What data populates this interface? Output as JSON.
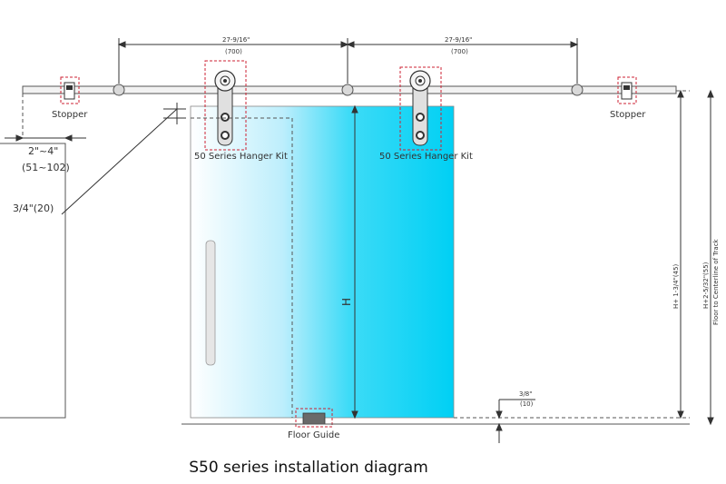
{
  "labels": {
    "stopper_left": "Stopper",
    "stopper_right": "Stopper",
    "hanger_left": "50 Series Hanger Kit",
    "hanger_right": "50 Series Hanger Kit",
    "floor_guide": "Floor Guide",
    "overlap": "2\"~4\"",
    "overlap_mm": "(51~102)",
    "gap": "3/4\"(20)",
    "door_height": "H",
    "span_left": "27-9/16\"",
    "span_left_mm": "(700)",
    "span_right": "27-9/16\"",
    "span_right_mm": "(700)",
    "floor_gap": "3/8\"",
    "floor_gap_mm": "(10)",
    "height_top": "H+ 1-3/4\"(45)",
    "height_track": "H+2-5/32\"(55)",
    "height_track_note": "Floor to Centerline of Track"
  },
  "caption": "S50 series installation diagram",
  "colors": {
    "glass_start": "#ffffff",
    "glass_end": "#00d0f4",
    "line": "#333333",
    "highlight_box": "#cc2233",
    "track": "#f2f2f2"
  }
}
